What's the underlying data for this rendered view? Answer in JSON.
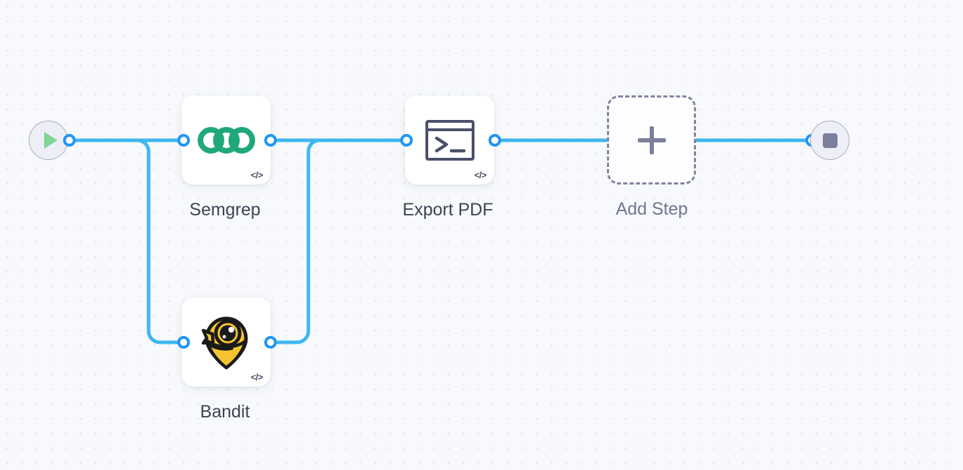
{
  "canvas": {
    "background_color": "#f7f9fc",
    "grid_dot_color": "#e3e4ef",
    "edge_color": "#3fb6f0",
    "port_color": "#2196f3"
  },
  "start_node": {
    "name": "start",
    "icon": "play-icon",
    "icon_color": "#7ed694",
    "circle_fill": "#eeeef7",
    "circle_border": "#a9a9bd"
  },
  "end_node": {
    "name": "end",
    "icon": "stop-icon",
    "icon_color": "#7c7f9c",
    "circle_fill": "#eeeef7",
    "circle_border": "#a9a9bd"
  },
  "steps": [
    {
      "id": "semgrep",
      "label": "Semgrep",
      "icon": "semgrep-logo-icon",
      "icon_color": "#1fa97a",
      "badge": "</>"
    },
    {
      "id": "bandit",
      "label": "Bandit",
      "icon": "bandit-logo-icon",
      "icon_color": "#f4c430",
      "badge": "</>"
    },
    {
      "id": "export-pdf",
      "label": "Export PDF",
      "icon": "terminal-icon",
      "icon_color": "#4b4f6b",
      "badge": "</>"
    }
  ],
  "add_step": {
    "label": "Add Step",
    "icon": "plus-icon"
  }
}
